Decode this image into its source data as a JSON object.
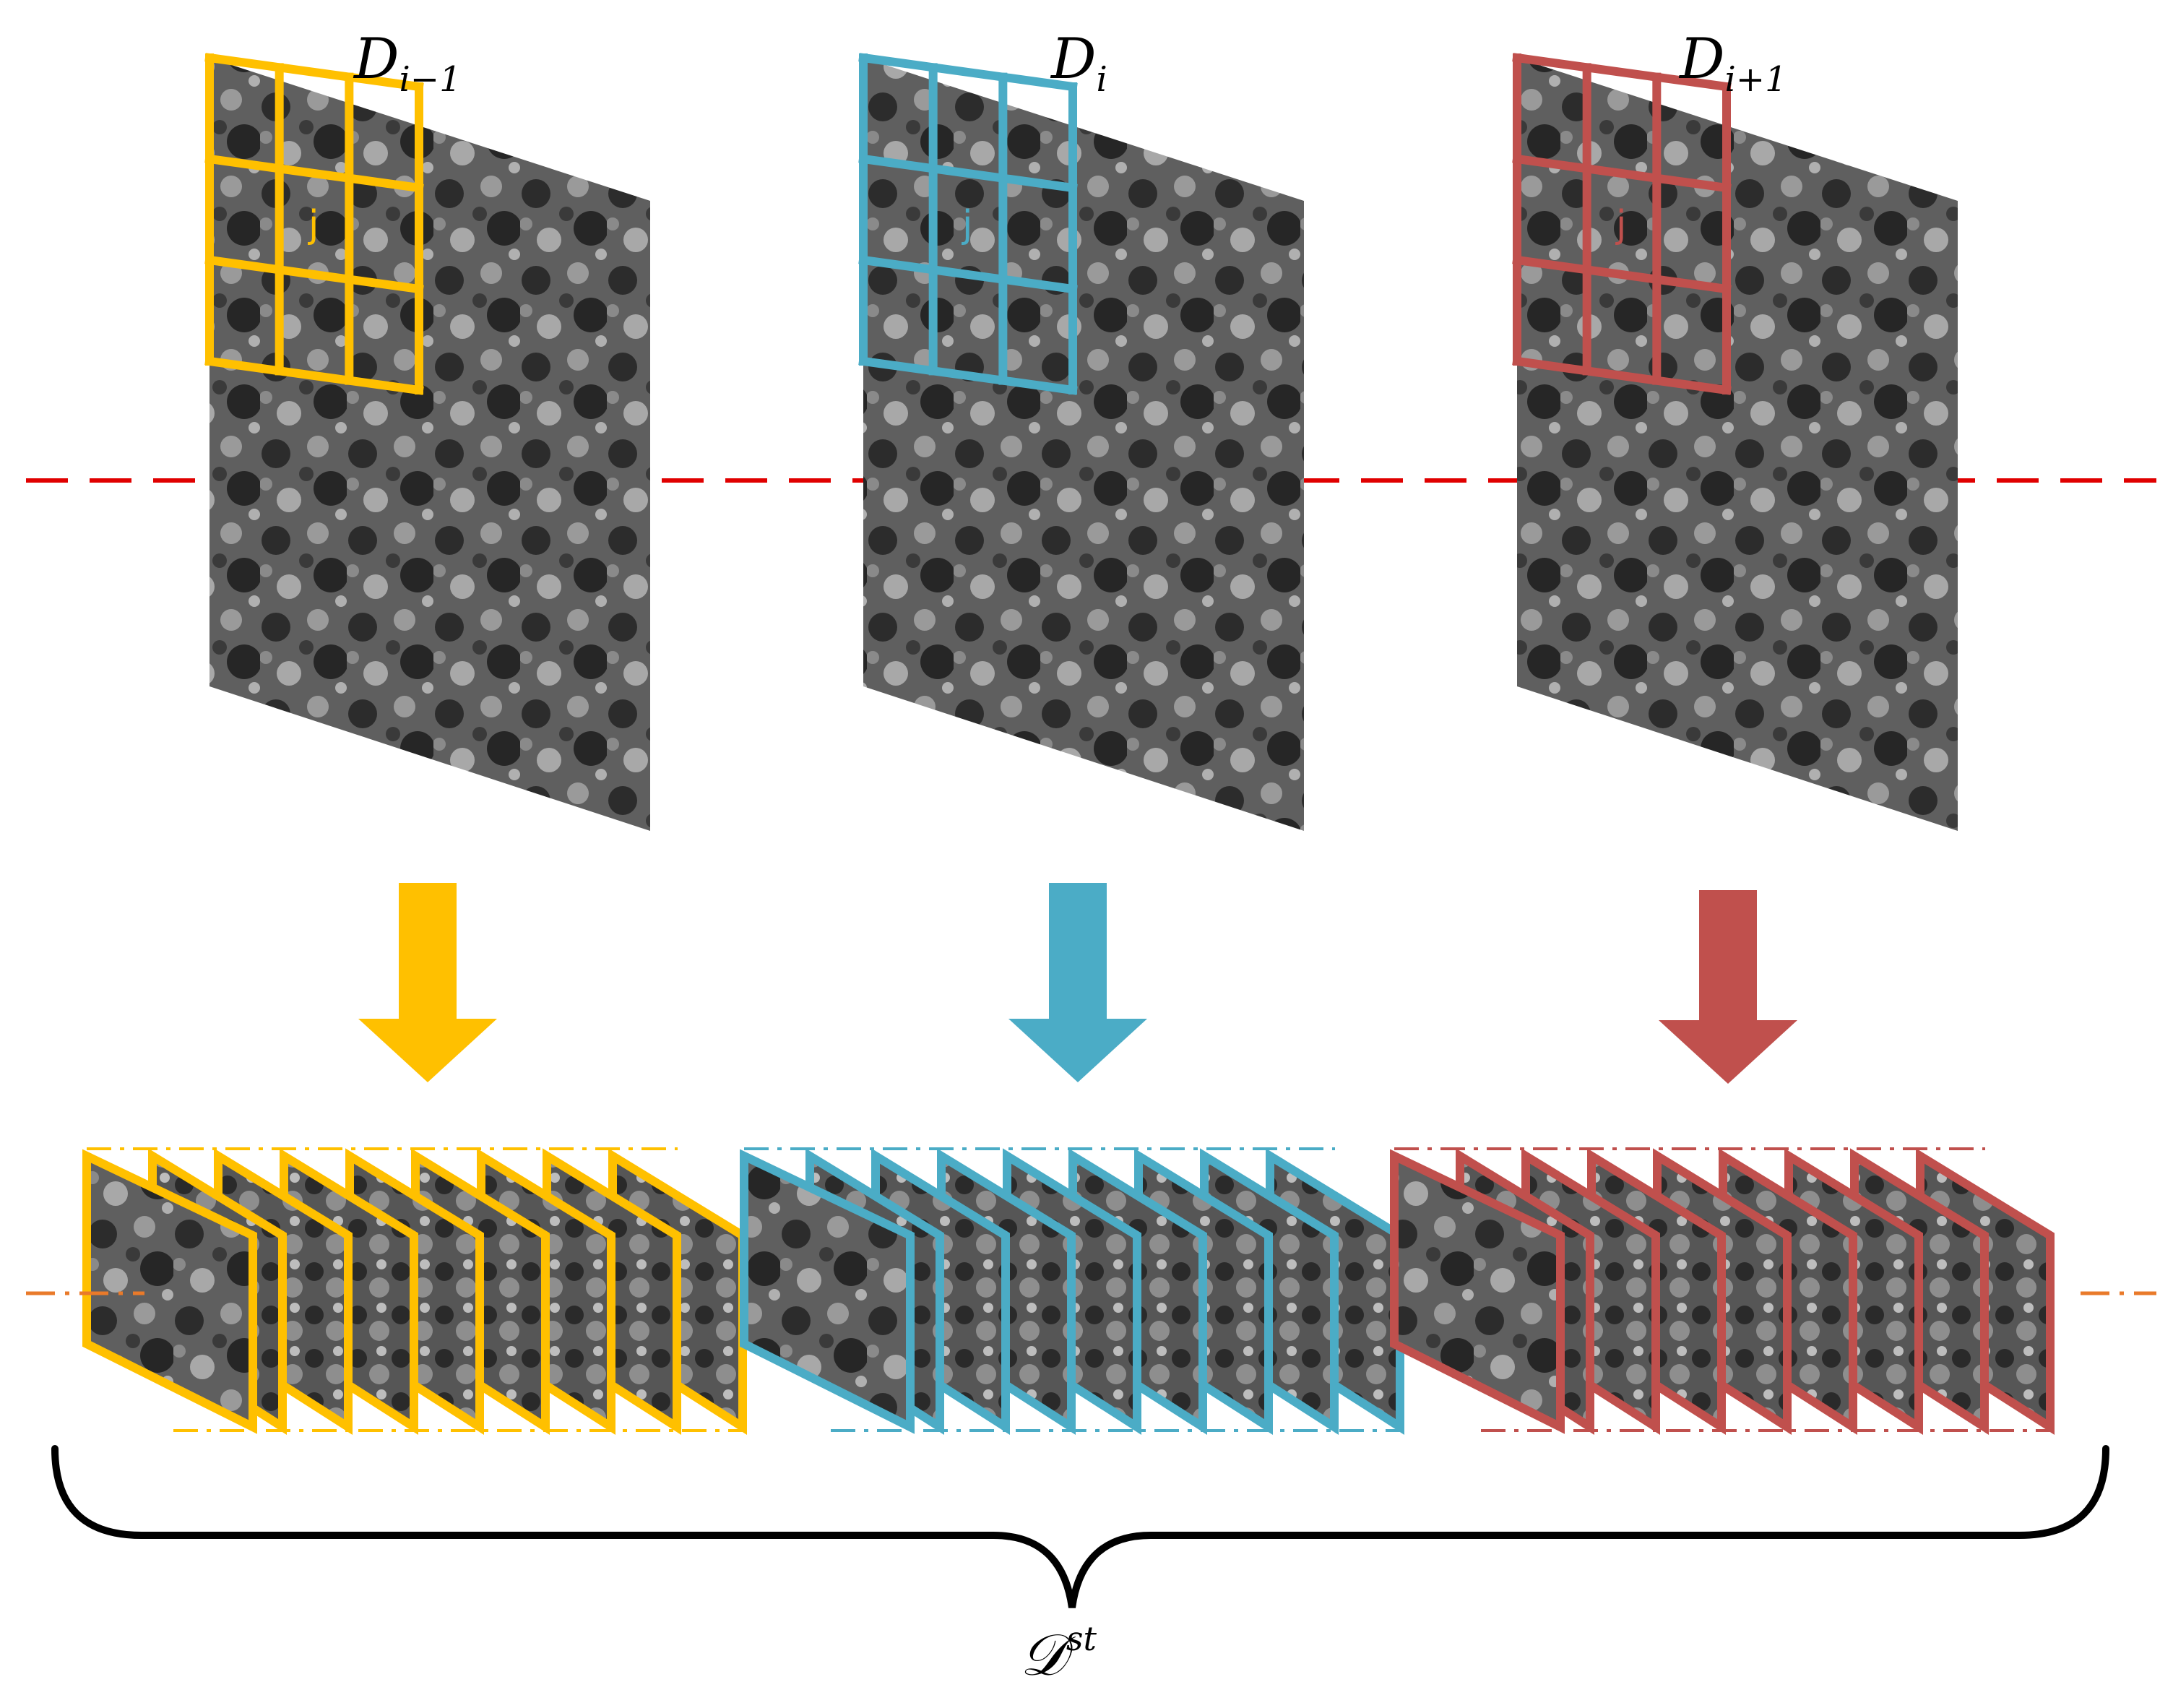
{
  "colors": {
    "yellow": "#FFC000",
    "blue": "#4BACC6",
    "red": "#C0504D",
    "red_line": "#E00000",
    "orange_line": "#E97A2A",
    "brace": "#000000"
  },
  "panels": [
    {
      "id": "prev",
      "label_main": "D",
      "label_sub": "i−1",
      "color_key": "yellow",
      "center_letter": "j"
    },
    {
      "id": "curr",
      "label_main": "D",
      "label_sub": "i",
      "color_key": "blue",
      "center_letter": "j"
    },
    {
      "id": "next",
      "label_main": "D",
      "label_sub": "i+1",
      "color_key": "red",
      "center_letter": "j"
    }
  ],
  "stack": {
    "patches_per_group": 9
  },
  "brace_label": {
    "main": "𝒟",
    "sup": "st"
  }
}
